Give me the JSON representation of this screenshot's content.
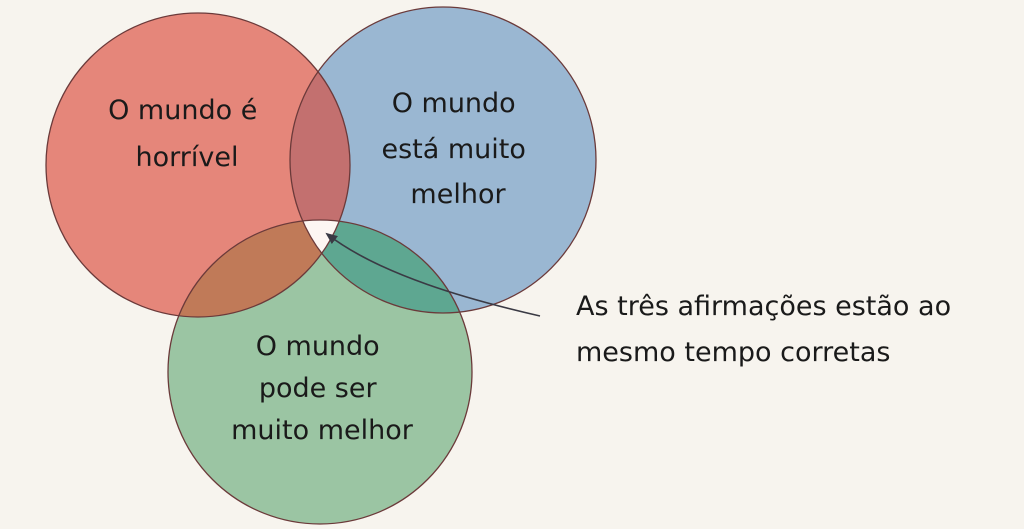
{
  "diagram": {
    "circles": [
      {
        "id": "red",
        "label_lines": [
          "O mundo é",
          "horrível"
        ],
        "fill": "#e5867a"
      },
      {
        "id": "blue",
        "label_lines": [
          "O mundo",
          "está muito",
          "melhor"
        ],
        "fill": "#9ab7d2"
      },
      {
        "id": "green",
        "label_lines": [
          "O mundo",
          "pode ser",
          "muito melhor"
        ],
        "fill": "#9bc5a3"
      }
    ],
    "overlap_colors": {
      "red_blue": "#c3706f",
      "red_green": "#c07a58",
      "blue_green": "#5ea791",
      "center": "#fdf6f2"
    },
    "stroke_color": "#6b3a3a",
    "annotation": {
      "lines": [
        "As três afirmações estão ao",
        "mesmo tempo corretas"
      ]
    }
  }
}
